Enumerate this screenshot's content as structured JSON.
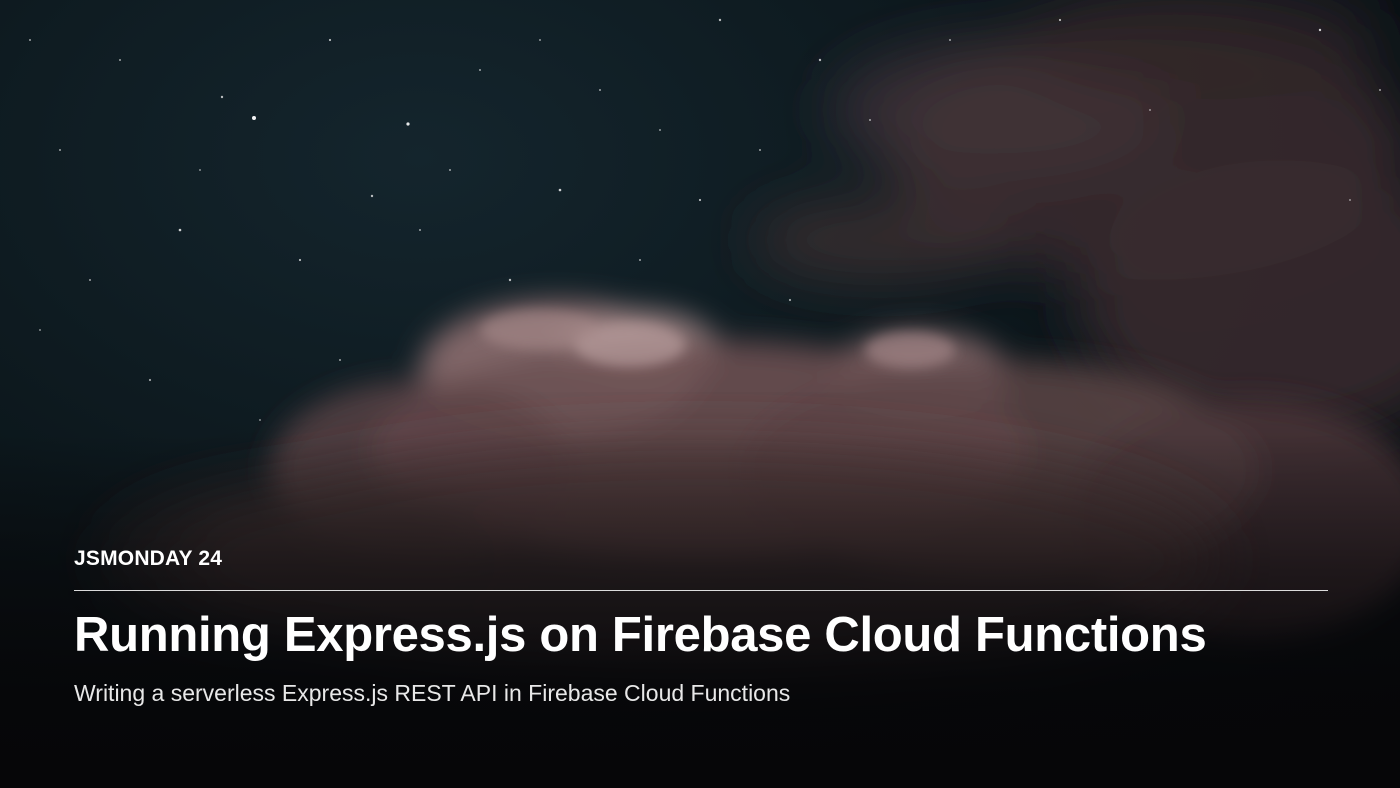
{
  "hero": {
    "kicker": "JSMONDAY 24",
    "title": "Running Express.js on Firebase Cloud Functions",
    "subtitle": "Writing a serverless Express.js REST API in Firebase Cloud Functions"
  }
}
